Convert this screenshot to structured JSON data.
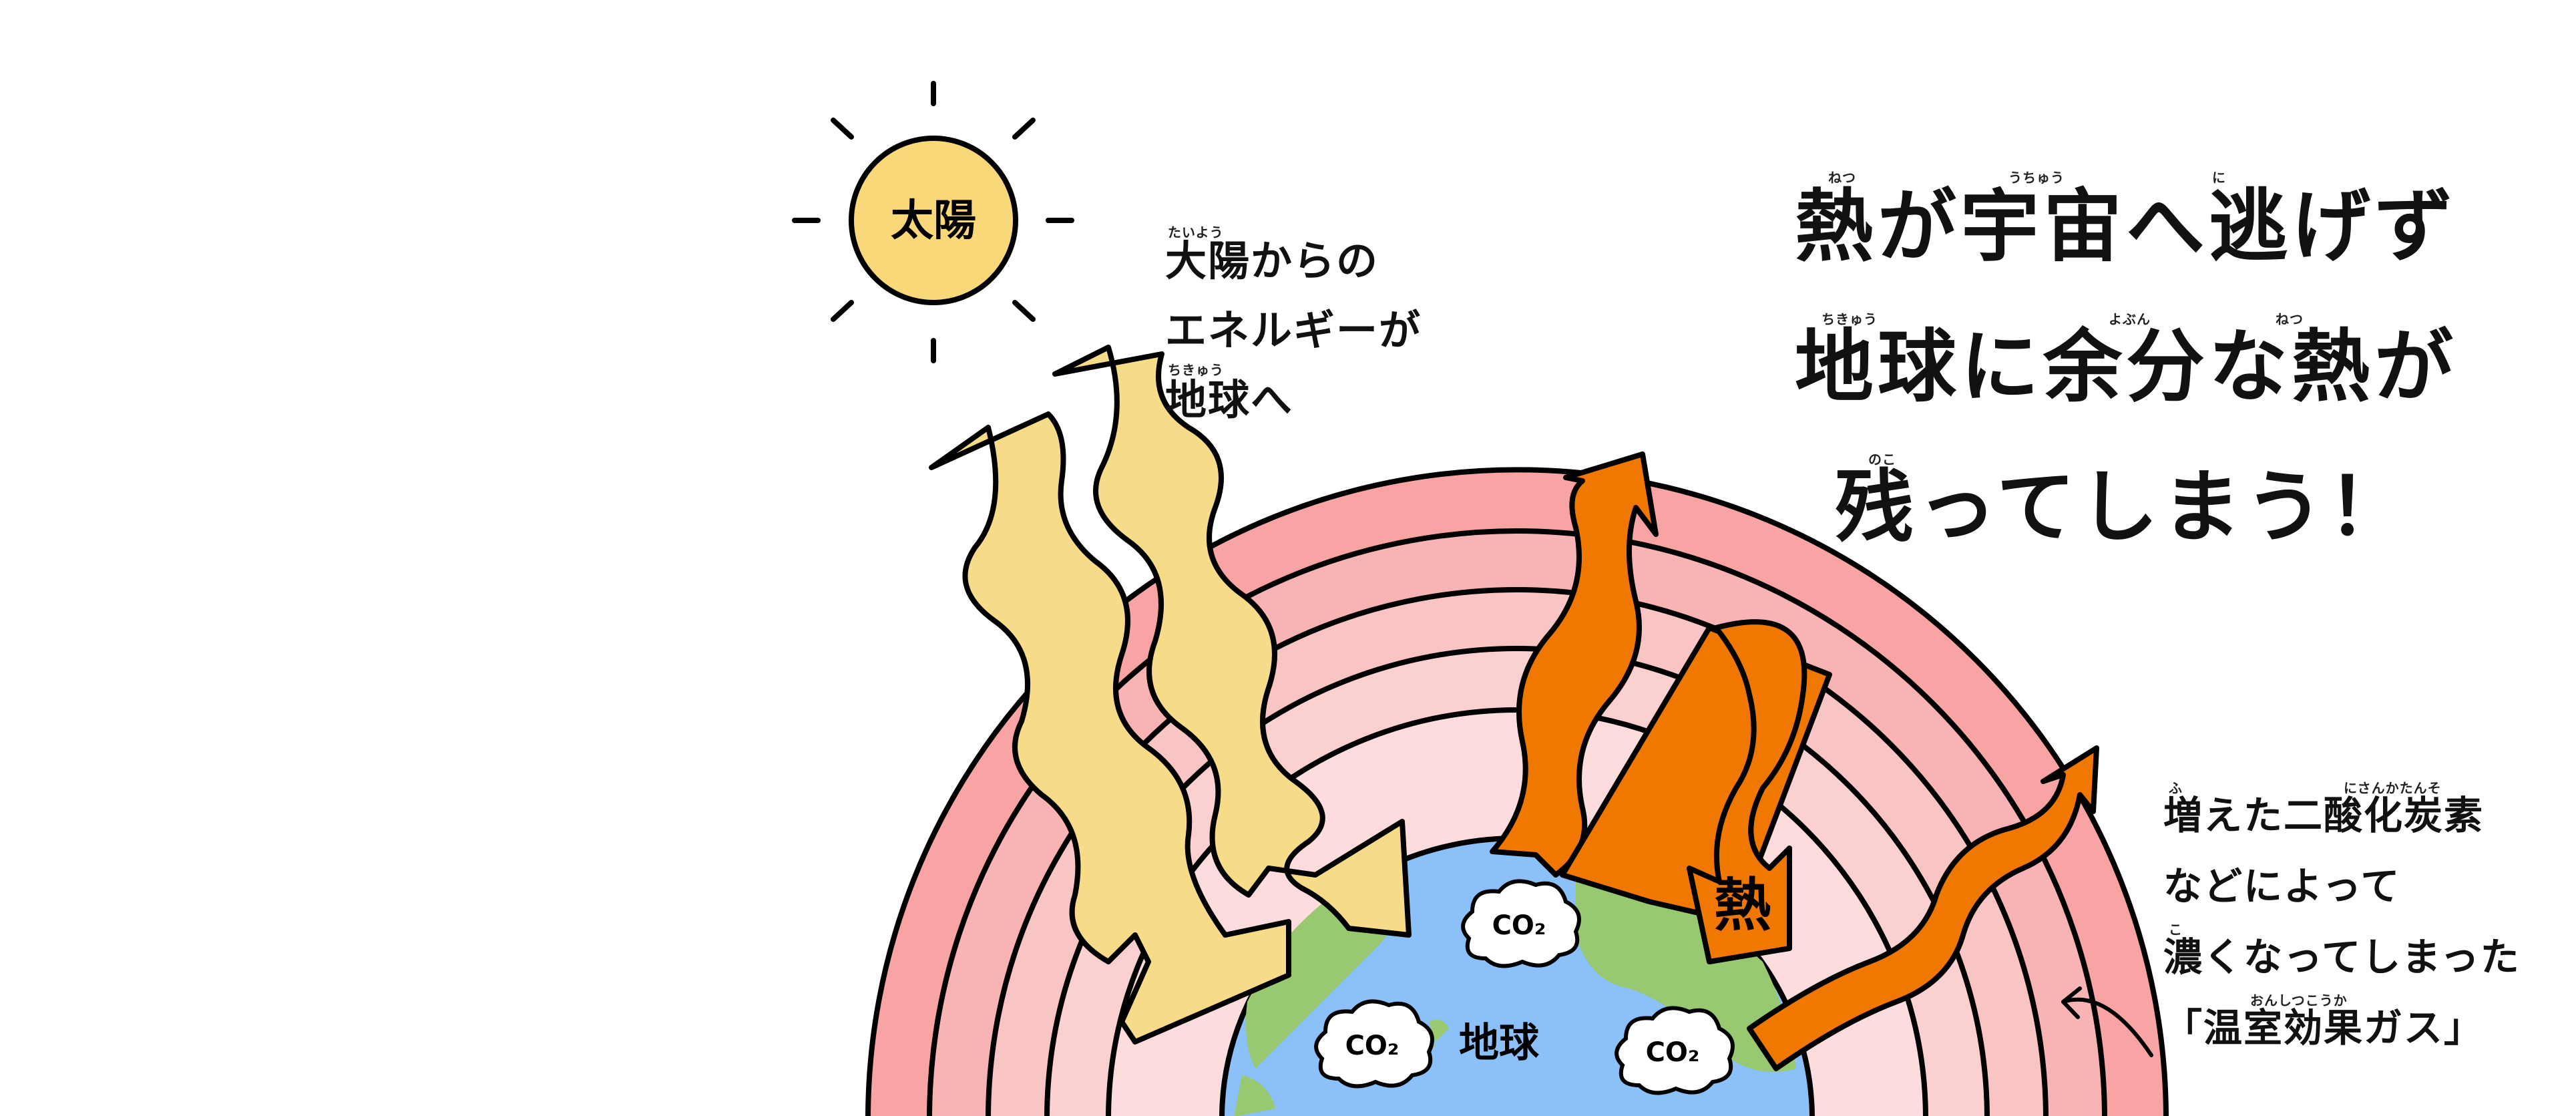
{
  "sun": {
    "label": "太陽",
    "color": "#f8d878"
  },
  "earth": {
    "label": "地球",
    "ocean_color": "#8cc0f8",
    "land_color": "#98c870"
  },
  "co2_label": "CO₂",
  "heat_label": "熱",
  "energy_caption": {
    "lines": [
      "大陽からの",
      "エネルギーが",
      "地球へ"
    ],
    "ruby": [
      "たいよう",
      "ちきゅう"
    ]
  },
  "headline": {
    "lines": [
      "熱が宇宙へ逃げず",
      "地球に余分な熱が",
      "残ってしまう！"
    ],
    "ruby": [
      "ねつ",
      "うちゅう",
      "に",
      "ちきゅう",
      "よぶん",
      "ねつ",
      "のこ"
    ]
  },
  "ghg_caption": {
    "lines": [
      "増えた二酸化炭素",
      "などによって",
      "濃くなってしまった",
      "「温室効果ガス」"
    ],
    "ruby": [
      "ふ",
      "にさんかたんそ",
      "こ",
      "おんしつこうか"
    ]
  },
  "colors": {
    "sun_rays": "#f6dc88",
    "heat_arrows": "#f07800",
    "atmosphere_outer": "#f8a4a4",
    "atmosphere_mid": "#f8c4c4",
    "atmosphere_inner": "#fcdada"
  }
}
